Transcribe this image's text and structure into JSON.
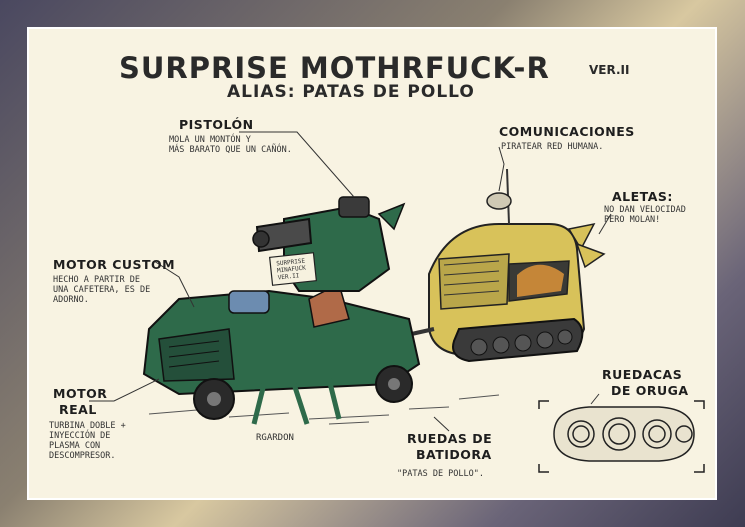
{
  "title": "SURPRISE MOTHRFUCK-R",
  "version": "VER.II",
  "alias": "ALIAS: PATAS DE POLLO",
  "callouts": {
    "pistolon": {
      "label": "PISTOLÓN",
      "note": "MOLA UN MONTÓN Y\nMÁS BARATO QUE UN CAÑÓN."
    },
    "comunicaciones": {
      "label": "COMUNICACIONES",
      "note": "PIRATEAR RED HUMANA."
    },
    "aletas": {
      "label": "ALETAS:",
      "note": "NO DAN VELOCIDAD\nPERO MOLAN!"
    },
    "motor_custom": {
      "label": "MOTOR CUSTOM",
      "note": "HECHO A PARTIR DE\nUNA CAFETERA, ES DE\nADORNO."
    },
    "motor_real": {
      "label_line1": "MOTOR",
      "label_line2": "REAL",
      "note": "TURBINA DOBLE +\nINYECCIÓN DE\nPLASMA CON\nDESCOMPRESOR."
    },
    "ruedacas": {
      "label_line1": "RUEDACAS",
      "label_line2": "DE ORUGA"
    },
    "ruedas_batidora": {
      "label_line1": "RUEDAS DE",
      "label_line2": "BATIDORA",
      "note": "\"PATAS DE POLLO\"."
    }
  },
  "sign_text": "SURPRISE\nMINAFUCK\nVER.II",
  "signature": "RGARDON",
  "colors": {
    "paper": "#f8f3e2",
    "green_vehicle": "#2e6a4a",
    "yellow_trailer": "#d8c25a",
    "ink": "#1e1e1e"
  }
}
